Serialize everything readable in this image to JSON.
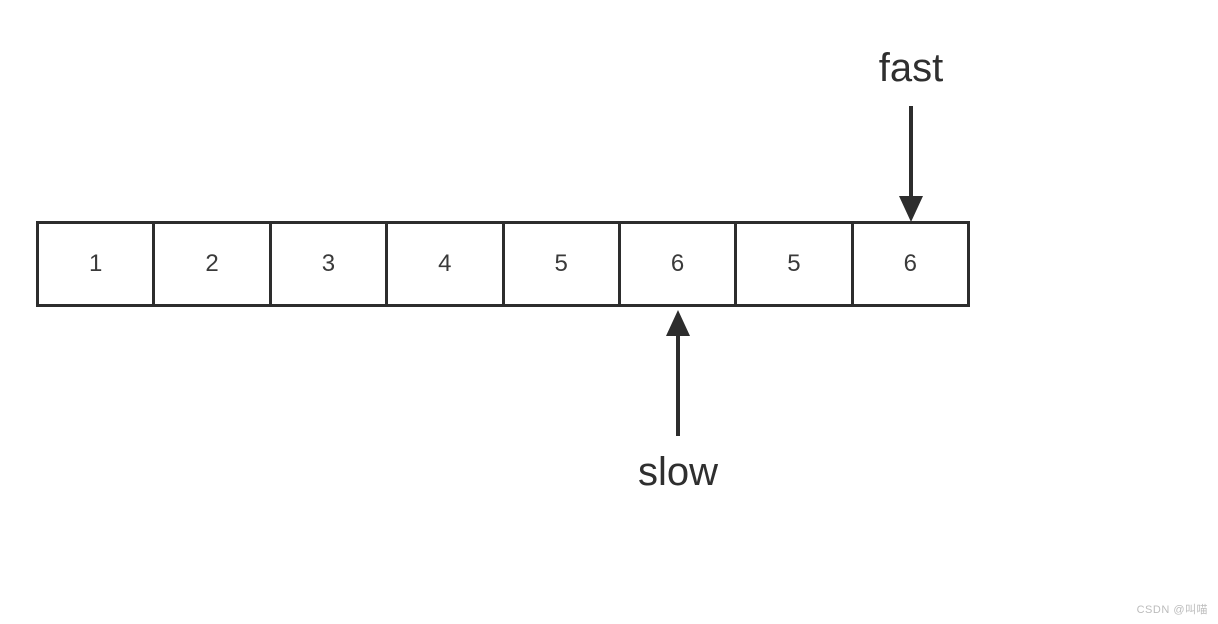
{
  "diagram": {
    "array": {
      "cells": [
        "1",
        "2",
        "3",
        "4",
        "5",
        "6",
        "5",
        "6"
      ]
    },
    "pointers": {
      "fast": {
        "label": "fast",
        "target_index": 7
      },
      "slow": {
        "label": "slow",
        "target_index": 5
      }
    },
    "colors": {
      "line": "#2d2d2d",
      "number_text": "#3a3a3a",
      "label_text": "#2f2f2f",
      "watermark_text": "#bcbcbc",
      "background": "#ffffff"
    }
  },
  "watermark": {
    "text": "CSDN @叫喵"
  }
}
